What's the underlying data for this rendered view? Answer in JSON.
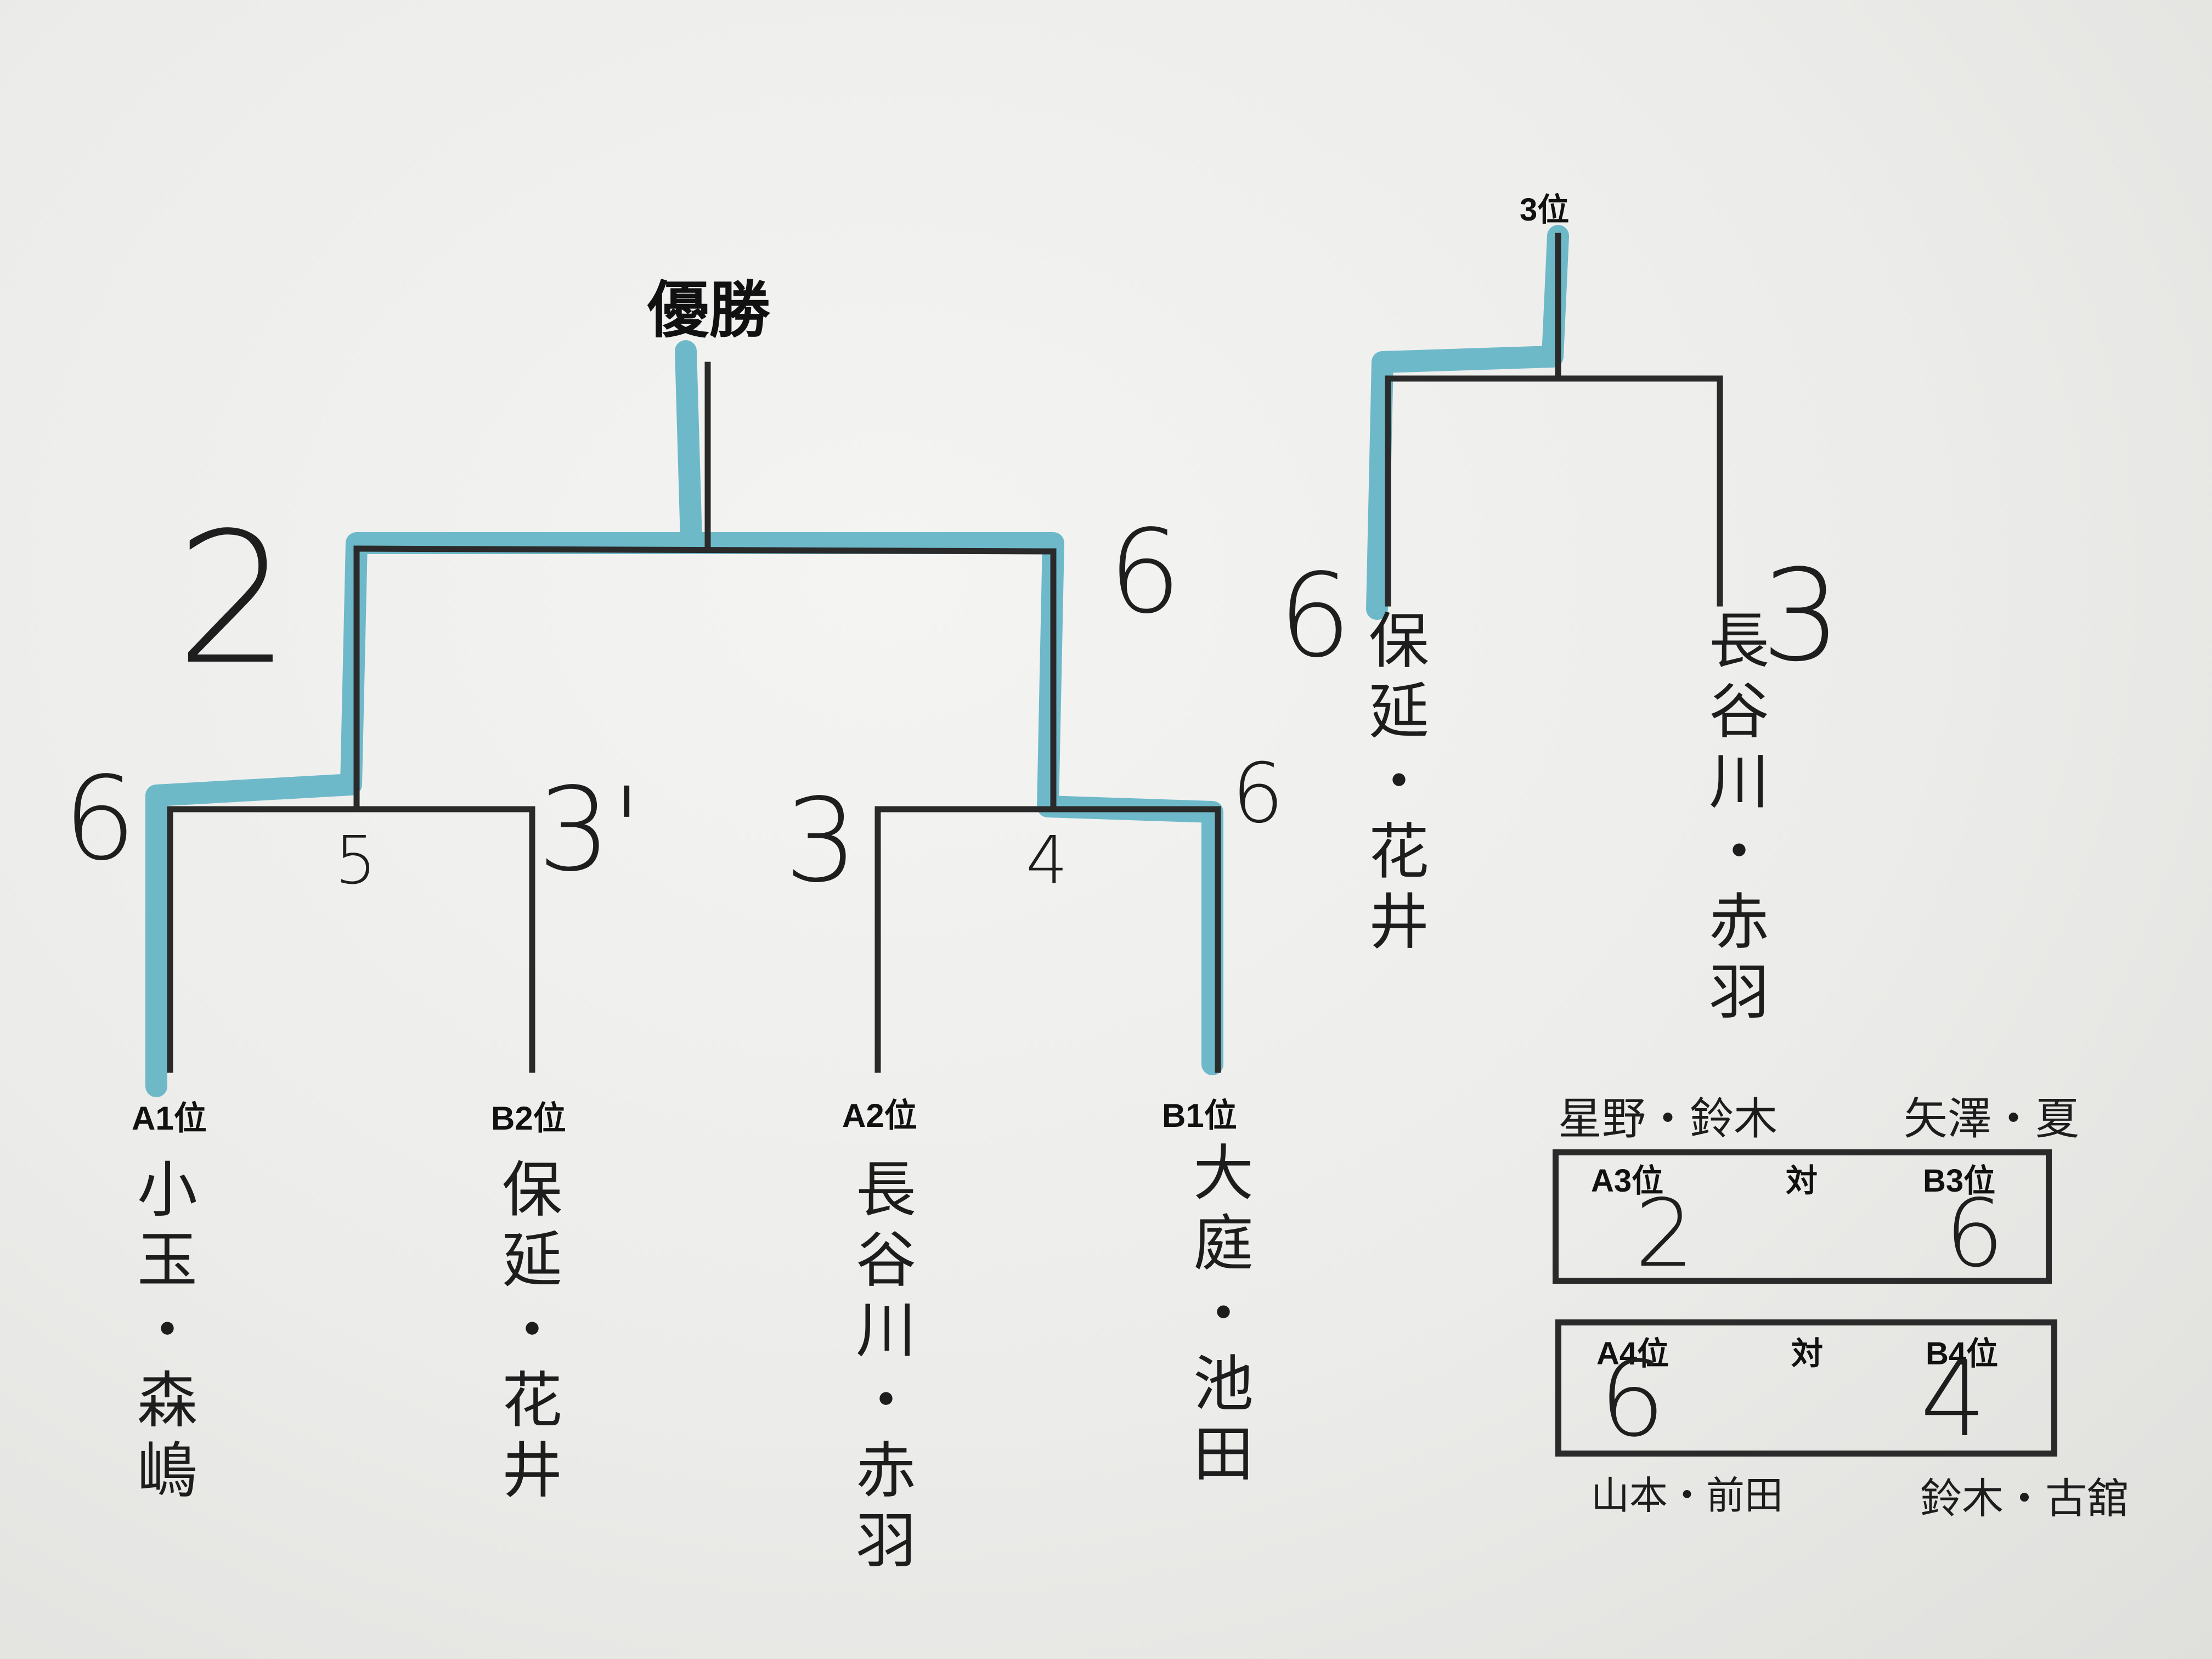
{
  "colors": {
    "line": "#2a2a2a",
    "highlight": "#5fb3c4",
    "paper": "#ececea"
  },
  "titles": {
    "champion": "優勝",
    "third_place": "3位"
  },
  "main_bracket": {
    "final": {
      "left_score": "2",
      "right_score": "6"
    },
    "semi_left": {
      "left_score": "6",
      "right_score": "3'",
      "mid_score": "5"
    },
    "semi_right": {
      "left_score": "3",
      "right_score": "6",
      "mid_score": "4"
    },
    "seeds": [
      {
        "label": "A1位",
        "players": "小玉・森嶋"
      },
      {
        "label": "B2位",
        "players": "保延・花井"
      },
      {
        "label": "A2位",
        "players": "長谷川・赤羽"
      },
      {
        "label": "B1位",
        "players": "大庭・池田"
      }
    ]
  },
  "third_place_bracket": {
    "left": {
      "score": "6",
      "players": "保延・花井"
    },
    "right": {
      "score": "3",
      "players": "長谷川・赤羽"
    }
  },
  "playoffs": [
    {
      "top_left_names": "星野・鈴木",
      "top_right_names": "矢澤・夏",
      "left_label": "A3位",
      "vs": "対",
      "right_label": "B3位",
      "left_score": "2",
      "right_score": "6"
    },
    {
      "left_label": "A4位",
      "vs": "対",
      "right_label": "B4位",
      "left_score": "6",
      "right_score": "4",
      "bottom_left_names": "山本・前田",
      "bottom_right_names": "鈴木・古舘"
    }
  ]
}
